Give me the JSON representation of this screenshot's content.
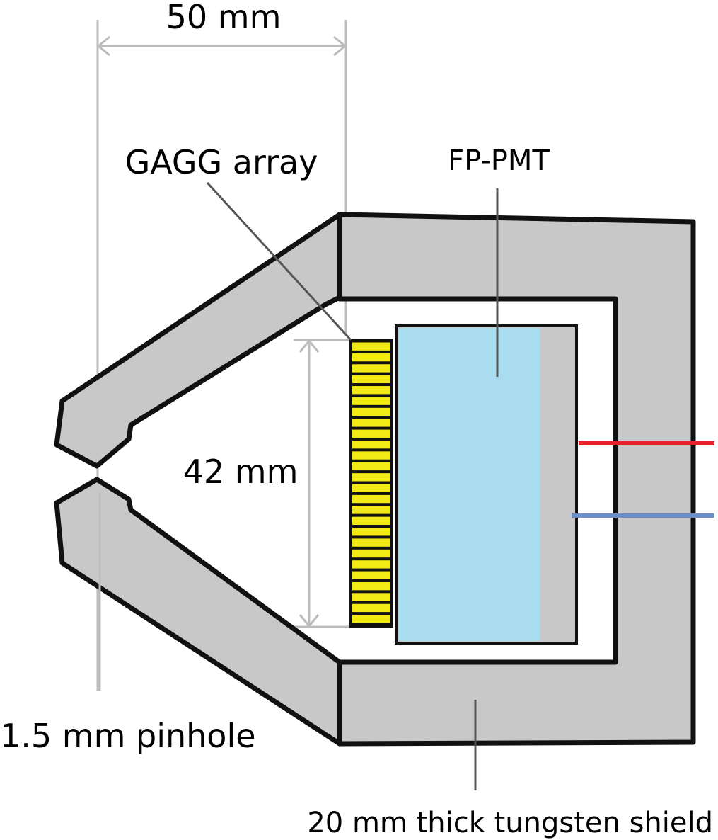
{
  "diagram": {
    "labels": {
      "width_dim": "50 mm",
      "gagg_array": "GAGG array",
      "fp_pmt": "FP-PMT",
      "height_dim": "42 mm",
      "pinhole": "1.5 mm pinhole",
      "shield": "20 mm thick tungsten shield"
    },
    "colors": {
      "shield_fill": "#c8c8c8",
      "outline": "#111111",
      "pmt_fill": "#a8dcee",
      "crystal_fill": "#f2ea14",
      "dimension_line": "#bcbcbc",
      "leader_line": "#555555",
      "signal_wire_1": "#e8202a",
      "signal_wire_2": "#6a8fc8"
    },
    "gagg_pixel_rows": 26
  }
}
